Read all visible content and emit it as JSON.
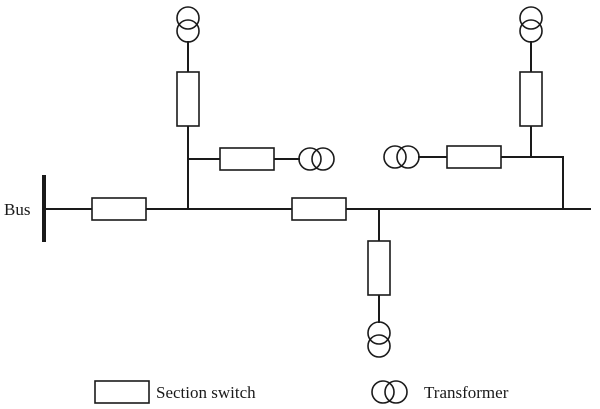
{
  "diagram": {
    "bus_label": "Bus",
    "legend": {
      "switch_label": "Section switch",
      "transformer_label": "Transformer"
    }
  },
  "colors": {
    "line": "#1a1a1a",
    "background": "#ffffff"
  }
}
